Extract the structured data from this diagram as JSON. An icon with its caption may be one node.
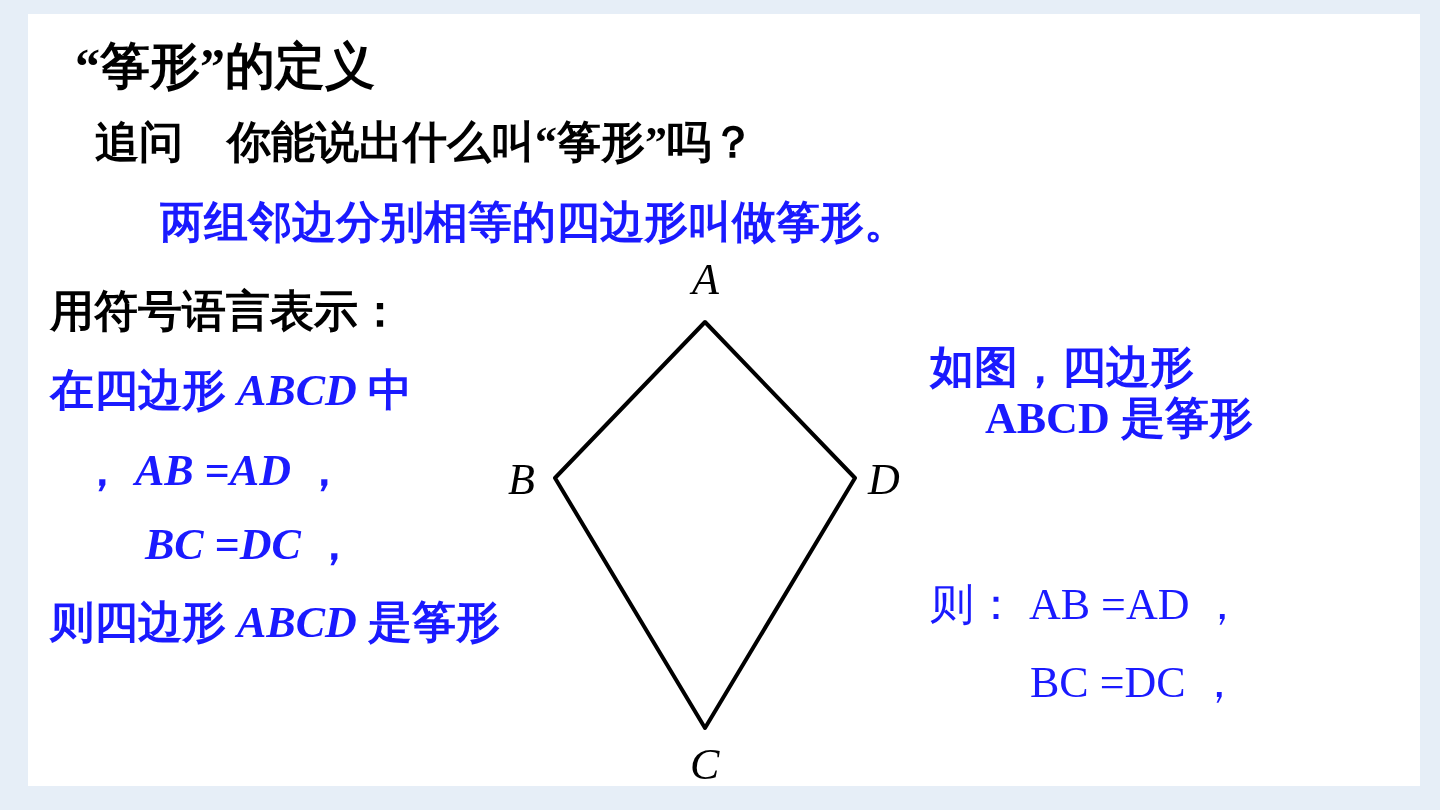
{
  "diagram": {
    "title": "“筝形”的定义",
    "labels": [
      "追问　你能说出什么叫“筝形”吗？",
      "两组邻边分别相等的四边形叫做筝形。",
      "用符号语言表示：",
      "在四边形 *ABCD* 中",
      "， *AB* =*AD* ，",
      "*BC* =*DC* ，",
      "则四边形 *ABCD* 是筝形",
      "A",
      "B",
      "D",
      "C",
      "如图，四边形 ABCD 是筝形",
      "则： AB =AD ，",
      "BC =DC ，"
    ]
  }
}
